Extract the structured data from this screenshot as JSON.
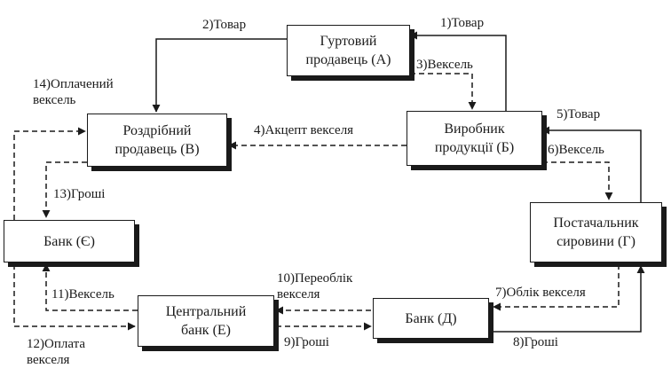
{
  "nodes": {
    "a": "Гуртовий\nпродавець (А)",
    "b": "Виробник\nпродукції (Б)",
    "v": "Роздрібний\nпродавець (В)",
    "g": "Постачальник\nсировини (Г)",
    "ye": "Банк (Є)",
    "d": "Банк (Д)",
    "e": "Центральний\nбанк (Е)"
  },
  "edges": {
    "e1": "1)Товар",
    "e2": "2)Товар",
    "e3": "3)Вексель",
    "e4": "4)Акцепт векселя",
    "e5": "5)Товар",
    "e6": "6)Вексель",
    "e7": "7)Облік векселя",
    "e8": "8)Гроші",
    "e9": "9)Гроші",
    "e10": "10)Переоблік\nвекселя",
    "e11": "11)Вексель",
    "e12": "12)Оплата\nвекселя",
    "e13": "13)Гроші",
    "e14": "14)Оплачений\nвексель"
  }
}
